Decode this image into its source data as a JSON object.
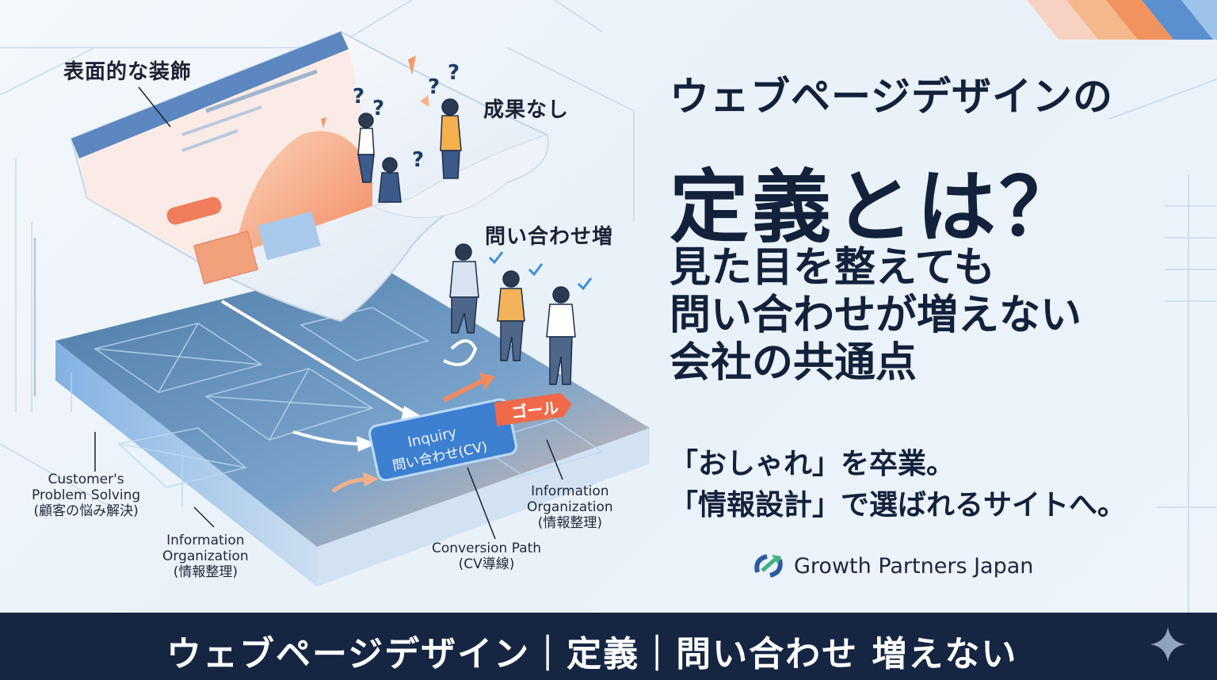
{
  "illustration": {
    "label_surface": "表面的な装飾",
    "label_no_result": "成果なし",
    "label_more_inquiries": "問い合わせ増",
    "badge_goal": "ゴール",
    "cta_en": "Inquiry",
    "cta_jp": "問い合わせ(CV)",
    "label_customer": [
      "Customer's",
      "Problem Solving",
      "(顧客の悩み解決)"
    ],
    "label_info_left": [
      "Information",
      "Organization",
      "(情報整理)"
    ],
    "label_conversion": [
      "Conversion Path",
      "(CV導線)"
    ],
    "label_info_right": [
      "Information",
      "Organization",
      "(情報整理)"
    ]
  },
  "headline": {
    "line1": "ウェブページデザインの",
    "line2": "定義とは？",
    "line3": [
      "見た目を整えても",
      "問い合わせが増えない",
      "会社の共通点"
    ]
  },
  "subcopy": [
    "「おしゃれ」を卒業。",
    "「情報設計」で選ばれるサイトへ。"
  ],
  "brand": {
    "name": "Growth Partners Japan",
    "icon": "growth-arrows-logo-icon"
  },
  "footer": {
    "text": "ウェブページデザイン｜定義｜問い合わせ 増えない",
    "icon": "sparkle-icon"
  },
  "colors": {
    "navy": "#152542",
    "accent_orange": "#f08a5d",
    "accent_blue": "#3d7fd0",
    "stripe_colors": [
      "#f7c6b2",
      "#f5b88c",
      "#f0935f",
      "#5a8fd0",
      "#9dc3ea"
    ]
  }
}
